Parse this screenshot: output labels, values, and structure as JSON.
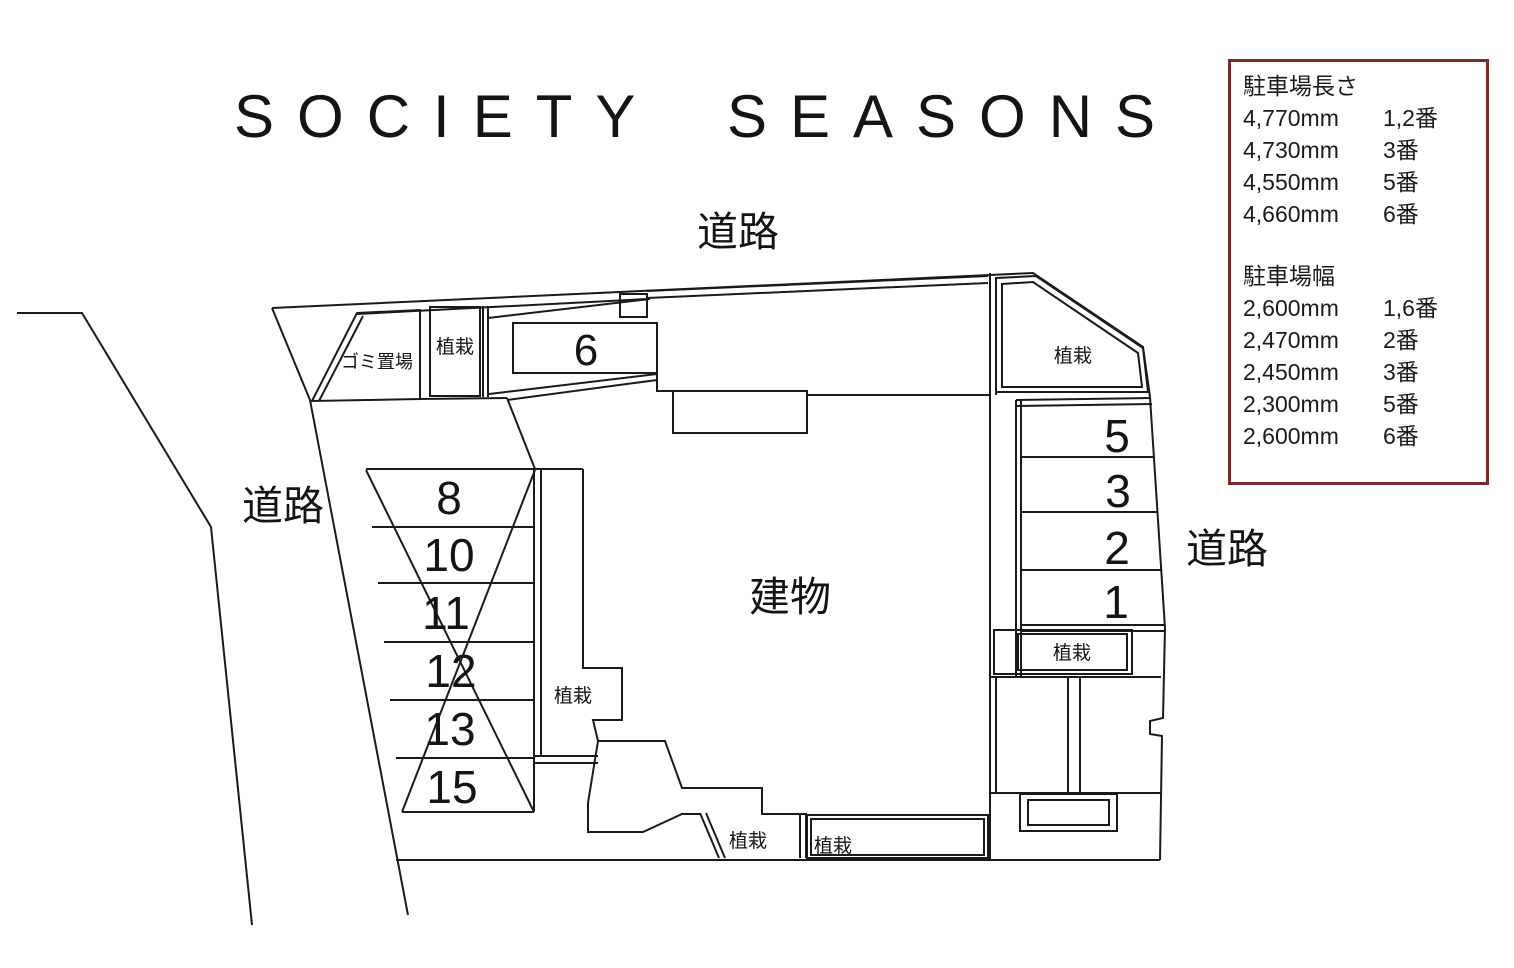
{
  "title": "SOCIETY SEASONS",
  "info_box": {
    "length_heading": "駐車場長さ",
    "length_rows": [
      {
        "value": "4,770mm",
        "stall": "1,2番"
      },
      {
        "value": "4,730mm",
        "stall": "3番"
      },
      {
        "value": "4,550mm",
        "stall": "5番"
      },
      {
        "value": "4,660mm",
        "stall": "6番"
      }
    ],
    "width_heading": "駐車場幅",
    "width_rows": [
      {
        "value": "2,600mm",
        "stall": "1,6番"
      },
      {
        "value": "2,470mm",
        "stall": "2番"
      },
      {
        "value": "2,450mm",
        "stall": "3番"
      },
      {
        "value": "2,300mm",
        "stall": "5番"
      },
      {
        "value": "2,600mm",
        "stall": "6番"
      }
    ]
  },
  "roads": {
    "top": "道路",
    "left": "道路",
    "right": "道路"
  },
  "building_label": "建物",
  "area_labels": {
    "garbage": "ゴミ置場",
    "planting": "植栽"
  },
  "stalls": {
    "s6": "6",
    "s8": "8",
    "s10": "10",
    "s11": "11",
    "s12": "12",
    "s13": "13",
    "s15": "15",
    "s5": "5",
    "s3": "3",
    "s2": "2",
    "s1": "1"
  },
  "colors": {
    "line": "#1a1a1a",
    "info_border": "#7d2828"
  }
}
